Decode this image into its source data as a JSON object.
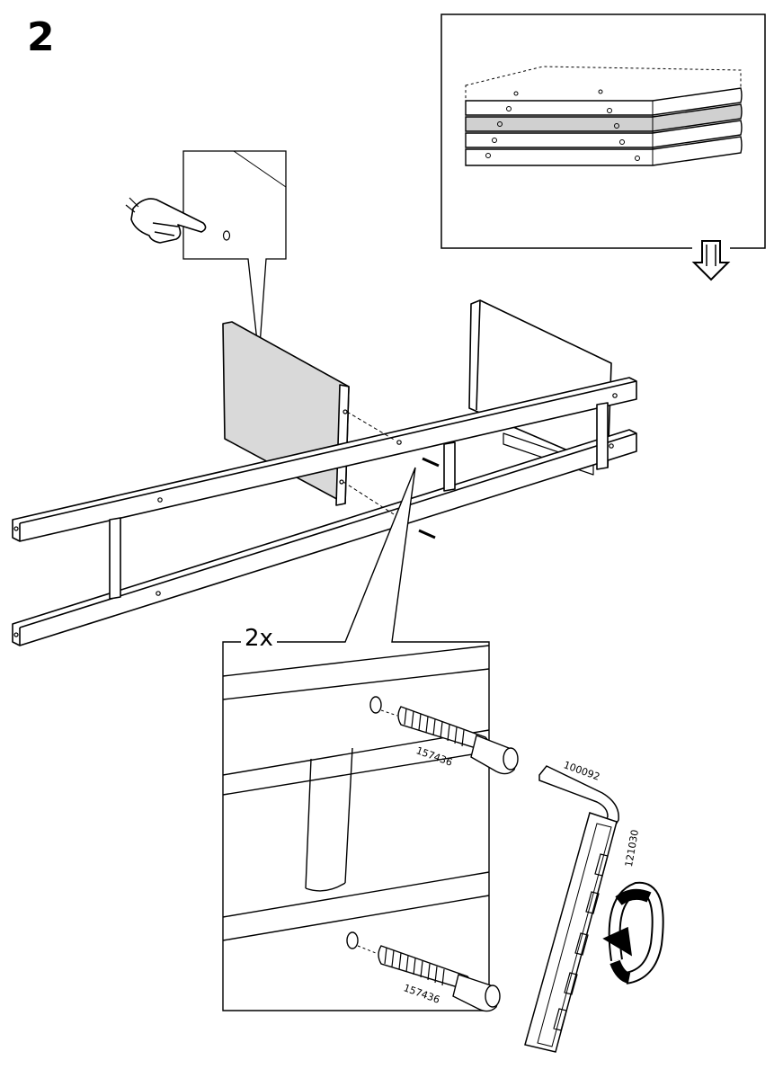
{
  "step": {
    "number": "2"
  },
  "detail": {
    "quantity": "2x"
  },
  "parts": {
    "dowel_upper": "157436",
    "dowel_lower": "157436",
    "hex_key": "100092",
    "tool_handle": "121030"
  },
  "icons": [
    "pointing-hand-icon",
    "arrow-down-icon",
    "rotate-clockwise-icon"
  ],
  "colors": {
    "ink": "#000000",
    "panel_gray": "#d9d9d9",
    "paper": "#ffffff"
  }
}
